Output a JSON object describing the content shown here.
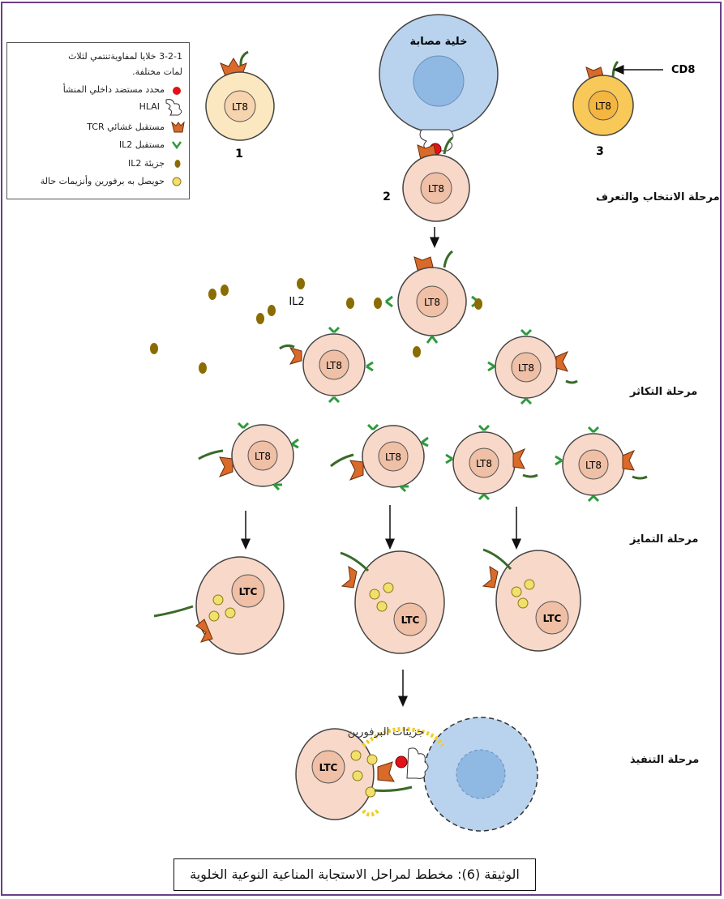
{
  "legend": {
    "title_line1": "3-2-1 خلايا لمفاويةتنتمي لثلاث",
    "title_line2": "لمات مختلفة.",
    "items": [
      {
        "label": "محدد مستضد داخلي المنشأ",
        "icon": "red-dot-icon"
      },
      {
        "label": "HLAI",
        "icon": "hlai-receptor-icon"
      },
      {
        "label": "مستقبل غشائي TCR",
        "icon": "tcr-receptor-icon"
      },
      {
        "label": "مستقبل IL2",
        "icon": "il2-receptor-icon"
      },
      {
        "label": "جزيئة IL2",
        "icon": "il2-molecule-icon"
      },
      {
        "label": "حويصل به برفورين وأنزيمات حالة",
        "icon": "perforin-vesicle-icon"
      }
    ]
  },
  "cells": {
    "infected_label": "خلية مصابة",
    "lt8": "LT8",
    "ltc": "LTC",
    "num1": "1",
    "num2": "2",
    "num3": "3",
    "cd8": "CD8",
    "il2": "IL2",
    "perforin_label": "جزيئات البرفورين"
  },
  "stages": {
    "selection": "مرحلة الانتخاب والتعرف",
    "proliferation": "مرحلة التكاثر",
    "differentiation": "مرحلة التمايز",
    "execution": "مرحلة التنفيذ"
  },
  "caption": "الوثيقة (6): مخطط لمراحل الاستجابة المناعية النوعية الخلوية",
  "colors": {
    "frame": "#6a3e86",
    "lt8_fill": "#f8d8c8",
    "cell1_fill": "#fbe8c0",
    "cell3_fill": "#f8c858",
    "infected_fill": "#b9d3ee",
    "tcr": "#d96a2a",
    "il2_receptor": "#2d9a3c",
    "il2_molecule": "#8a6d00",
    "vesicle": "#f2df6e",
    "antigen": "#e3121a"
  }
}
